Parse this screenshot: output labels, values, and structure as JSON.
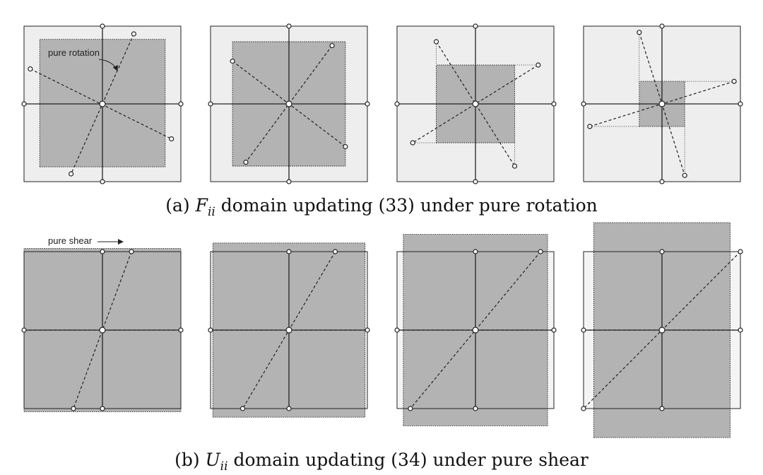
{
  "colors": {
    "background": "#ffffff",
    "frame_fill": "#eeeeee",
    "domain_fill": "#b3b3b3",
    "line": "#222222"
  },
  "annotations": {
    "rotation_label": "pure rotation",
    "shear_label": "pure shear"
  },
  "captions": {
    "a": {
      "prefix": "(a) ",
      "var": "F",
      "sub": "ii",
      "suffix": " domain updating (33) under pure rotation"
    },
    "b": {
      "prefix": "(b) ",
      "var": "U",
      "sub": "ii",
      "suffix": " domain updating (34) under pure shear"
    }
  },
  "panels": [
    {
      "name": "rotation-panel-1",
      "row": "a",
      "index": 0,
      "s": 0.9,
      "domain": [
        [
          -0.8,
          -0.81
        ],
        [
          0.8,
          -0.81
        ],
        [
          0.8,
          0.83
        ],
        [
          -0.8,
          0.83
        ]
      ],
      "dashed_lines": [
        [
          [
            0.4,
            0.9
          ],
          [
            -0.4,
            -0.9
          ]
        ],
        [
          [
            -0.92,
            0.45
          ],
          [
            0.88,
            -0.45
          ]
        ]
      ],
      "dotted_guides": []
    },
    {
      "name": "rotation-panel-2",
      "row": "a",
      "index": 1,
      "s": 0.9,
      "domain": [
        [
          -0.72,
          -0.8
        ],
        [
          0.72,
          -0.8
        ],
        [
          0.72,
          0.8
        ],
        [
          -0.72,
          0.8
        ]
      ],
      "dashed_lines": [
        [
          [
            0.55,
            0.75
          ],
          [
            -0.55,
            -0.75
          ]
        ],
        [
          [
            -0.72,
            0.55
          ],
          [
            0.72,
            -0.55
          ]
        ]
      ],
      "dotted_guides": []
    },
    {
      "name": "rotation-panel-3",
      "row": "a",
      "index": 2,
      "s": 0.9,
      "domain": [
        [
          -0.5,
          -0.5
        ],
        [
          0.5,
          -0.5
        ],
        [
          0.5,
          0.5
        ],
        [
          -0.5,
          0.5
        ]
      ],
      "dashed_lines": [
        [
          [
            0.8,
            0.5
          ],
          [
            -0.8,
            -0.5
          ]
        ],
        [
          [
            -0.5,
            0.8
          ],
          [
            0.5,
            -0.8
          ]
        ]
      ],
      "dotted_guides": [
        [
          [
            -0.5,
            0.8
          ],
          [
            -0.5,
            0.5
          ]
        ],
        [
          [
            0.5,
            0.5
          ],
          [
            0.8,
            0.5
          ]
        ],
        [
          [
            -0.8,
            -0.5
          ],
          [
            -0.5,
            -0.5
          ]
        ],
        [
          [
            0.5,
            -0.5
          ],
          [
            0.5,
            -0.8
          ]
        ]
      ]
    },
    {
      "name": "rotation-panel-4",
      "row": "a",
      "index": 3,
      "s": 0.9,
      "domain": [
        [
          -0.29,
          -0.29
        ],
        [
          0.29,
          -0.29
        ],
        [
          0.29,
          0.29
        ],
        [
          -0.29,
          0.29
        ]
      ],
      "dashed_lines": [
        [
          [
            0.92,
            0.29
          ],
          [
            -0.92,
            -0.29
          ]
        ],
        [
          [
            -0.29,
            0.92
          ],
          [
            0.29,
            -0.92
          ]
        ]
      ],
      "dotted_guides": [
        [
          [
            -0.29,
            0.92
          ],
          [
            -0.29,
            0.29
          ]
        ],
        [
          [
            0.29,
            0.29
          ],
          [
            0.92,
            0.29
          ]
        ],
        [
          [
            -0.92,
            -0.29
          ],
          [
            -0.29,
            -0.29
          ]
        ],
        [
          [
            0.29,
            -0.29
          ],
          [
            0.29,
            -0.92
          ]
        ]
      ]
    },
    {
      "name": "shear-panel-1",
      "row": "b",
      "index": 0,
      "s": 0.9,
      "domain": [
        [
          -1.0,
          -1.04
        ],
        [
          1.0,
          -1.04
        ],
        [
          1.0,
          1.04
        ],
        [
          -1.0,
          1.04
        ]
      ],
      "dashed_lines": [
        [
          [
            0.37,
            1.0
          ],
          [
            -0.37,
            -1.0
          ]
        ],
        [
          [
            -1.0,
            0.0
          ],
          [
            1.0,
            0.0
          ]
        ]
      ],
      "dotted_guides": []
    },
    {
      "name": "shear-panel-2",
      "row": "b",
      "index": 1,
      "s": 0.9,
      "domain": [
        [
          -0.97,
          -1.11
        ],
        [
          0.97,
          -1.11
        ],
        [
          0.97,
          1.11
        ],
        [
          -0.97,
          1.11
        ]
      ],
      "dashed_lines": [
        [
          [
            0.59,
            1.0
          ],
          [
            -0.59,
            -1.0
          ]
        ],
        [
          [
            -1.0,
            0.0
          ],
          [
            1.0,
            0.0
          ]
        ]
      ],
      "dotted_guides": []
    },
    {
      "name": "shear-panel-3",
      "row": "b",
      "index": 2,
      "s": 0.9,
      "domain": [
        [
          -0.92,
          -1.22
        ],
        [
          0.92,
          -1.22
        ],
        [
          0.92,
          1.22
        ],
        [
          -0.92,
          1.22
        ]
      ],
      "dashed_lines": [
        [
          [
            0.83,
            1.0
          ],
          [
            -0.83,
            -1.0
          ]
        ],
        [
          [
            -1.0,
            0.0
          ],
          [
            1.0,
            0.0
          ]
        ]
      ],
      "dotted_guides": []
    },
    {
      "name": "shear-panel-4",
      "row": "b",
      "index": 3,
      "s": 0.9,
      "domain": [
        [
          -0.87,
          -1.37
        ],
        [
          0.87,
          -1.37
        ],
        [
          0.87,
          1.37
        ],
        [
          -0.87,
          1.37
        ]
      ],
      "dashed_lines": [
        [
          [
            1.0,
            1.0
          ],
          [
            -1.0,
            -1.0
          ]
        ],
        [
          [
            -1.0,
            0.0
          ],
          [
            1.0,
            0.0
          ]
        ]
      ],
      "dotted_guides": []
    }
  ]
}
